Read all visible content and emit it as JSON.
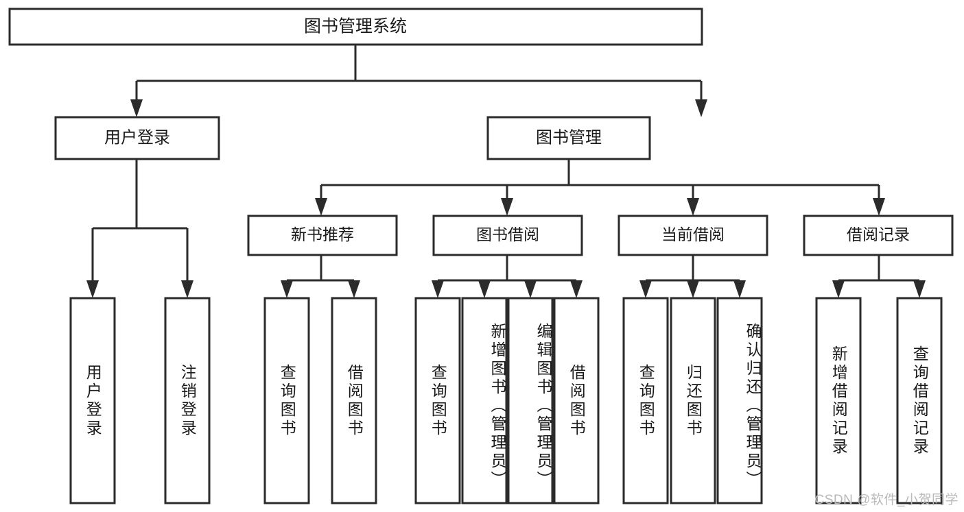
{
  "diagram": {
    "title": "图书管理系统",
    "type": "tree",
    "colors": {
      "box_stroke": "#2b2b2b",
      "box_fill": "#ffffff",
      "text": "#1a1a1a",
      "background": "#ffffff",
      "watermark": "#b9b9b9"
    },
    "levels": {
      "root": {
        "label": "图书管理系统"
      },
      "level2": [
        {
          "id": "user-login",
          "label": "用户登录"
        },
        {
          "id": "book-management",
          "label": "图书管理"
        }
      ],
      "level3": [
        {
          "id": "new-book-recommend",
          "label": "新书推荐",
          "parent": "book-management"
        },
        {
          "id": "book-borrow",
          "label": "图书借阅",
          "parent": "book-management"
        },
        {
          "id": "current-borrow",
          "label": "当前借阅",
          "parent": "book-management"
        },
        {
          "id": "borrow-record",
          "label": "借阅记录",
          "parent": "book-management"
        }
      ],
      "leaves": [
        {
          "id": "leaf-user-login",
          "label": "用户登录",
          "parent": "user-login"
        },
        {
          "id": "leaf-logout-login",
          "label": "注销登录",
          "parent": "user-login"
        },
        {
          "id": "leaf-query-book-1",
          "label": "查询图书",
          "parent": "new-book-recommend"
        },
        {
          "id": "leaf-borrow-book-1",
          "label": "借阅图书",
          "parent": "new-book-recommend"
        },
        {
          "id": "leaf-query-book-2",
          "label": "查询图书",
          "parent": "book-borrow"
        },
        {
          "id": "leaf-add-book",
          "label": "新增图书（管理员）",
          "parent": "book-borrow"
        },
        {
          "id": "leaf-edit-book",
          "label": "编辑图书（管理员）",
          "parent": "book-borrow"
        },
        {
          "id": "leaf-borrow-book-2",
          "label": "借阅图书",
          "parent": "book-borrow"
        },
        {
          "id": "leaf-query-book-3",
          "label": "查询图书",
          "parent": "current-borrow"
        },
        {
          "id": "leaf-return-book",
          "label": "归还图书",
          "parent": "current-borrow"
        },
        {
          "id": "leaf-confirm-return",
          "label": "确认归还（管理员）",
          "parent": "current-borrow"
        },
        {
          "id": "leaf-add-record",
          "label": "新增借阅记录",
          "parent": "borrow-record"
        },
        {
          "id": "leaf-query-record",
          "label": "查询借阅记录",
          "parent": "borrow-record"
        }
      ]
    },
    "watermark": "CSDN @软件_小贺同学"
  }
}
